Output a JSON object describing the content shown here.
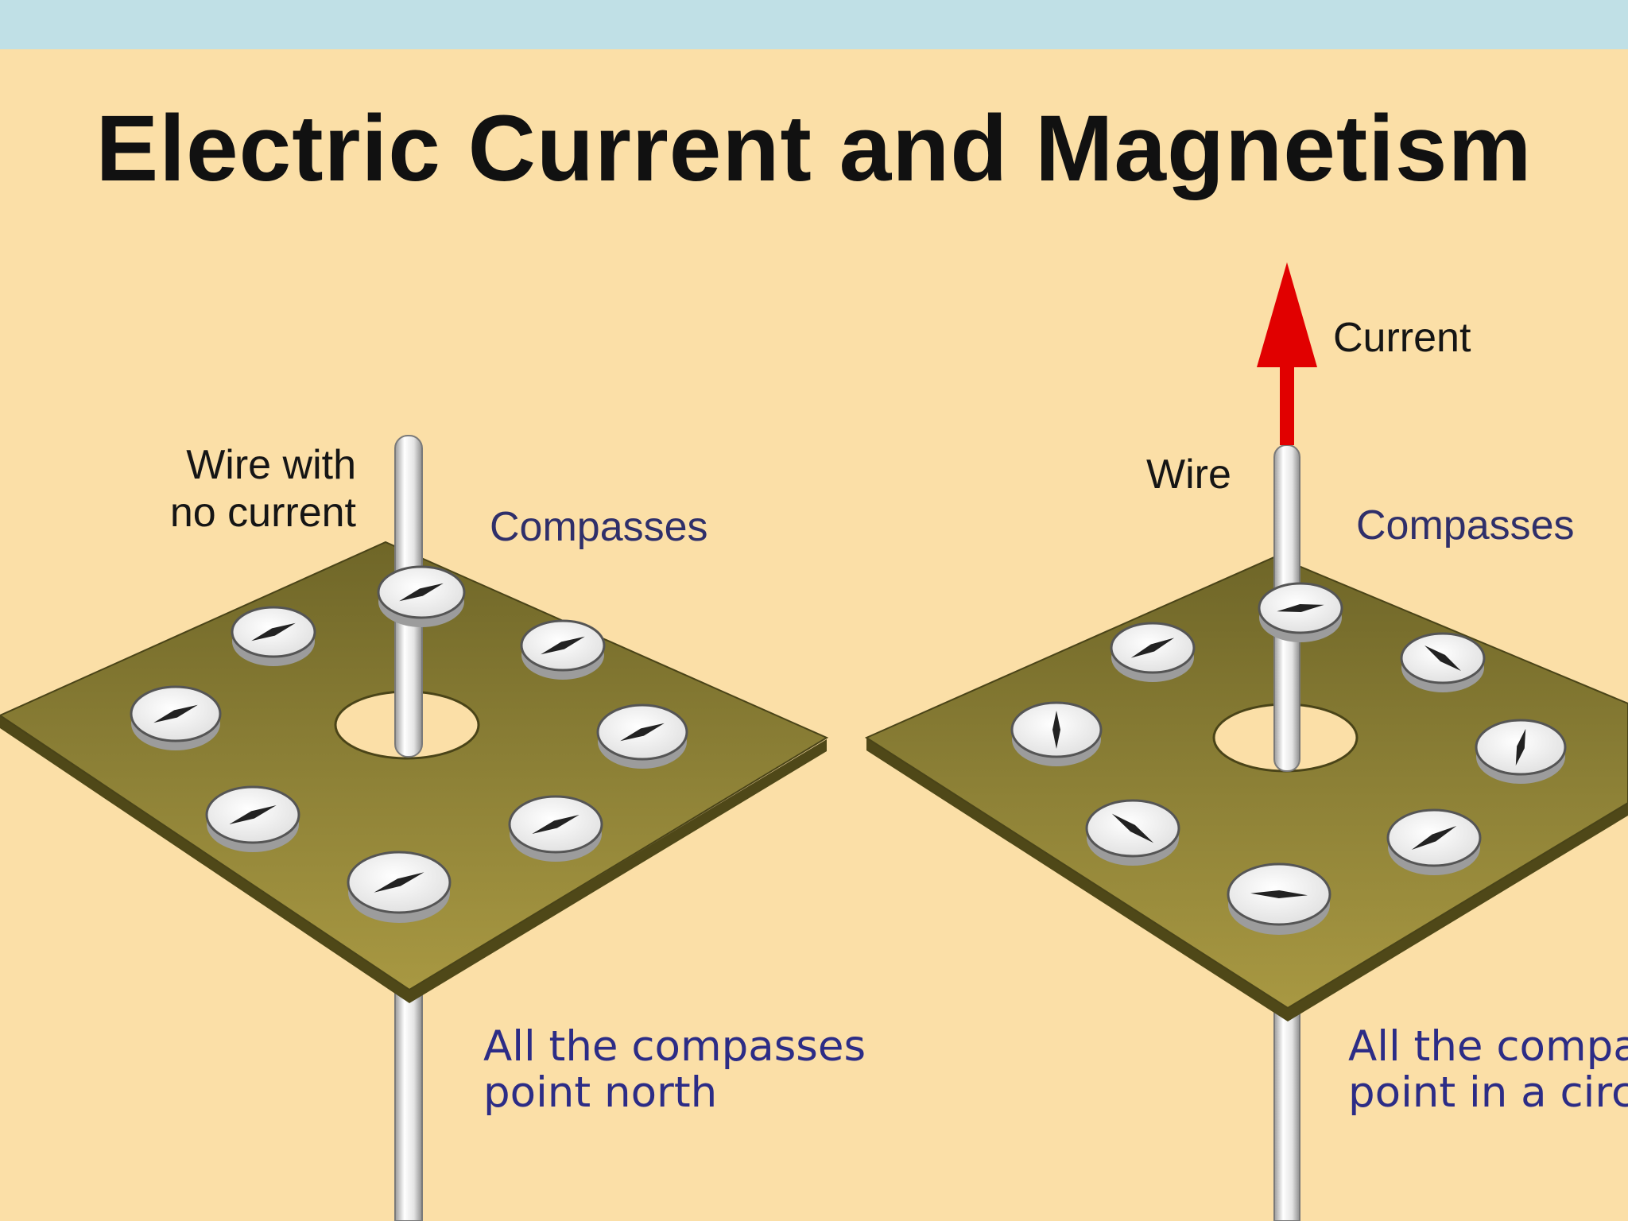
{
  "page": {
    "title": "Electric Current and Magnetism",
    "colors": {
      "background": "#fbdfa7",
      "top_strip": "#c0e0e6",
      "plate": "#8a7d33",
      "wire": "#e6e6e6",
      "current_arrow": "#e10000",
      "note_text": "#2c2c86"
    }
  },
  "left_panel": {
    "wire_label_line1": "Wire with",
    "wire_label_line2": "no current",
    "compasses_label": "Compasses",
    "note_line1": "All the compasses",
    "note_line2": "point north",
    "compass_needle_direction": "north"
  },
  "right_panel": {
    "current_label": "Current",
    "wire_label": "Wire",
    "compasses_label": "Compasses",
    "note_line1": "All the compa",
    "note_line2": "point in a circ",
    "compass_needle_direction": "circle around wire"
  }
}
